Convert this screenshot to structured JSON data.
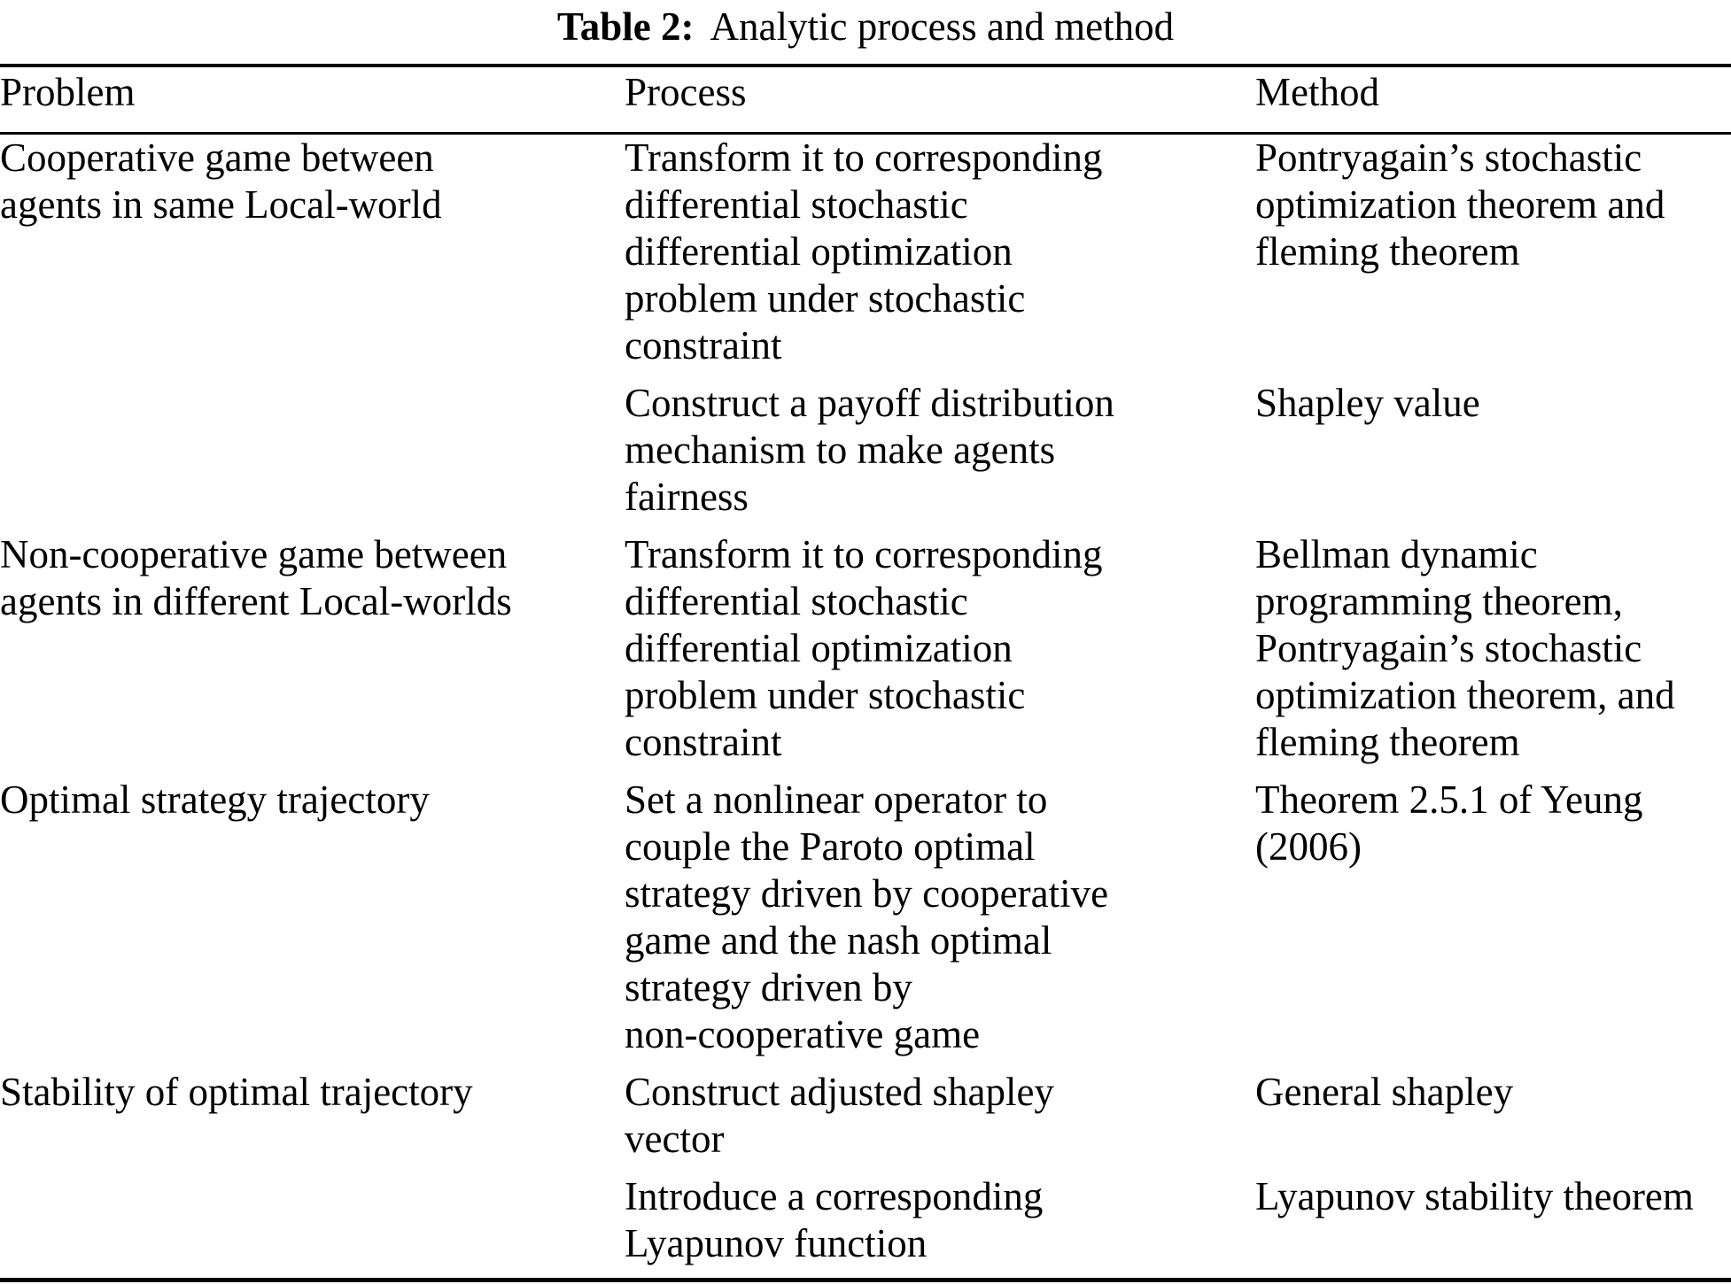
{
  "caption": {
    "label": "Table 2:",
    "text": "Analytic process and method"
  },
  "colors": {
    "text": "#000000",
    "background": "#ffffff",
    "rule": "#000000"
  },
  "table": {
    "columns": [
      "Problem",
      "Process",
      "Method"
    ],
    "rows": [
      {
        "problem": "Cooperative game between\nagents in same Local-world",
        "process": "Transform it to corresponding\ndifferential stochastic\ndifferential optimization\nproblem under stochastic\nconstraint",
        "method": "Pontryagain’s stochastic\noptimization theorem and\nfleming theorem"
      },
      {
        "problem": "",
        "process": "Construct a payoff distribution\nmechanism to make agents\nfairness",
        "method": "Shapley value"
      },
      {
        "problem": "Non-cooperative game between\nagents in different Local-worlds",
        "process": "Transform it to corresponding\ndifferential stochastic\ndifferential optimization\nproblem under stochastic\nconstraint",
        "method": "Bellman dynamic\nprogramming theorem,\nPontryagain’s stochastic\noptimization theorem, and\nfleming theorem"
      },
      {
        "problem": "Optimal strategy trajectory",
        "process": "Set a nonlinear operator to\ncouple the Paroto optimal\nstrategy driven by cooperative\ngame and the nash optimal\nstrategy driven by\nnon-cooperative game",
        "method": "Theorem 2.5.1 of Yeung\n(2006)"
      },
      {
        "problem": "Stability of optimal trajectory",
        "process": "Construct adjusted shapley\nvector",
        "method": "General shapley"
      },
      {
        "problem": "",
        "process": "Introduce a corresponding\nLyapunov function",
        "method": "Lyapunov stability theorem"
      }
    ]
  }
}
